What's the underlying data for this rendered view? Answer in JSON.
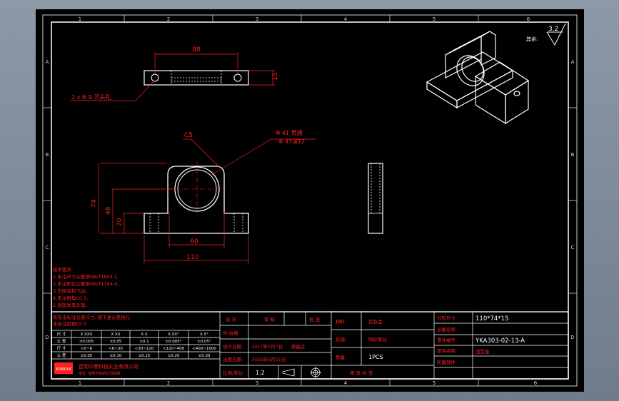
{
  "border": {
    "cols_top": [
      "1",
      "2",
      "3",
      "4",
      "5",
      "6"
    ],
    "cols_bottom": [
      "1",
      "2",
      "3",
      "4",
      "5",
      "6"
    ],
    "rows": [
      "A",
      "B",
      "C",
      "D"
    ]
  },
  "surface": {
    "label": "其余:",
    "value": "3.2"
  },
  "top_view": {
    "dim_width": "88",
    "dim_height": "15",
    "hole_note": "2 x Φ  9 沉头孔"
  },
  "front_view": {
    "dim_chamfer": "C5",
    "bore_note_1": "Φ 41 贯通",
    "bore_note_2": "Φ 47深12",
    "dim_74": "74",
    "dim_46": "46",
    "dim_20": "20",
    "dim_60": "60",
    "dim_110": "110"
  },
  "tech_notes": [
    "技术要求",
    "1.未注尺寸公差按GB/T1804-f。",
    "2.未注形位公差按GB/T1184-K。",
    "3.去除毛刺飞边。",
    "4.未注倒角C0.5。",
    "5.表面发黑处理。"
  ],
  "tolerance": {
    "note1": "所有未标注公差尺寸, 按下述公差执行,",
    "note2": "未标注倒角C0.5",
    "headers": [
      "尺 寸",
      "X.XXX",
      "X.XX",
      "X.X",
      "X.XX°",
      "X.X°"
    ],
    "rows": [
      [
        "公 差",
        "±0.005",
        "±0.05",
        "±0.1",
        "±0.005°",
        "±0.05°"
      ],
      [
        "尺 寸",
        "<0~6",
        "<6~30",
        "<30~120",
        "<120~400",
        "<400~1000"
      ],
      [
        "公 差",
        "±0.05",
        "±0.10",
        "±0.15",
        "±0.20",
        "±0.30"
      ]
    ]
  },
  "company": {
    "logo": "KOMOLE",
    "name": "昆明中鼎科技实业有限公司",
    "addr": "地址: 昆明市高新区科技路"
  },
  "title_block": {
    "design": "设 计",
    "review": "审 核",
    "approve": "批 准",
    "count": "件/台数",
    "signature_date": "设计日期:",
    "date_value": "2017年7月7日",
    "designer": "蔡磊正",
    "print_date": "出图日期:",
    "print_value": "2025年6月15日",
    "scale_label": "比例/单位:",
    "scale_value": "1:2",
    "material_label": "材料:",
    "material_value": "铝合金",
    "treatment_label": "处理:",
    "treatment_value": "喷砂氧化",
    "qty_label": "数量:",
    "qty_value": "1PCS",
    "page_label": "第 页 共 页",
    "size_label": "外形尺寸",
    "size_value": "110*74*15",
    "drawing_label": "设备名称",
    "code_label": "零件编号",
    "code_value": "YKA303-02-13-A",
    "part_label": "零件名称",
    "part_value": "固定座",
    "assembly_label": "所属部件"
  },
  "colors": {
    "sheet": "#000000",
    "line": "#ffffff",
    "dim": "#ff2020",
    "text_red": "#ff2020",
    "frame_grey": "#cfcfcf"
  }
}
